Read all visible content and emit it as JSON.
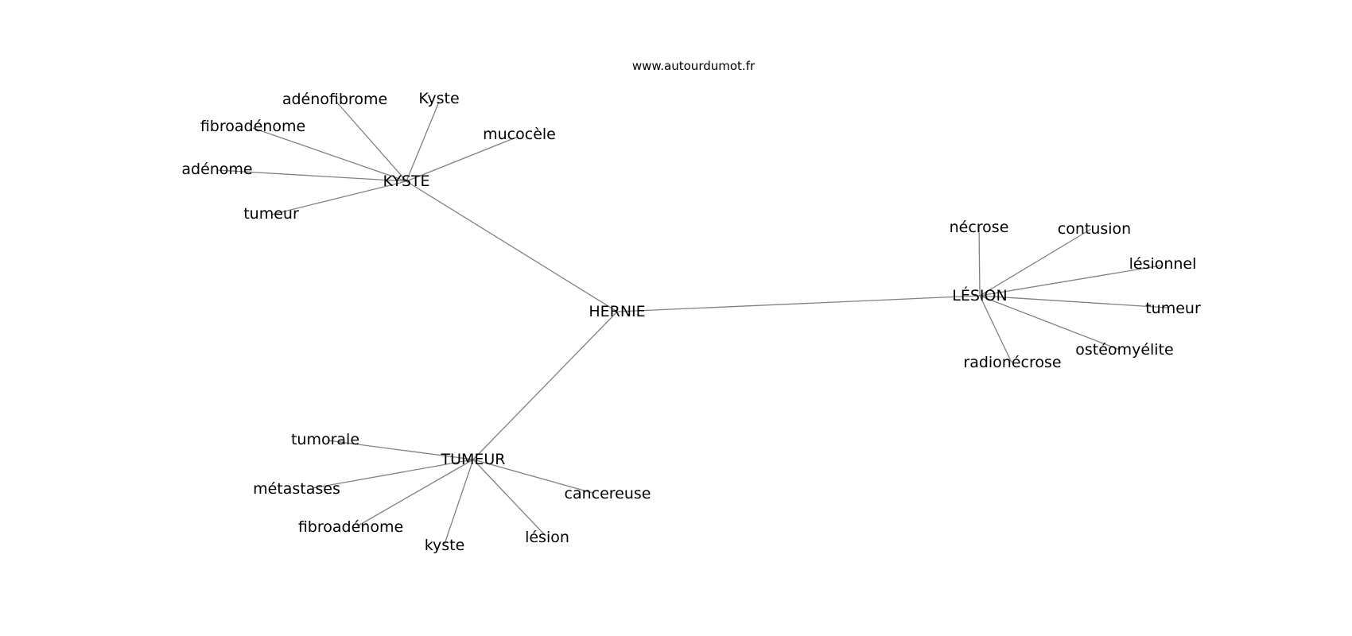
{
  "source": "www.autourdumot.fr",
  "center": "HERNIE",
  "clusters": [
    {
      "hub": "KYSTE",
      "leaves": [
        "adénofibrome",
        "Kyste",
        "mucocèle",
        "fibroadénome",
        "adénome",
        "tumeur"
      ]
    },
    {
      "hub": "LÉSION",
      "leaves": [
        "nécrose",
        "contusion",
        "lésionnel",
        "tumeur",
        "ostéomyélite",
        "radionécrose"
      ]
    },
    {
      "hub": "TUMEUR",
      "leaves": [
        "tumorale",
        "métastases",
        "fibroadénome",
        "kyste",
        "lésion",
        "cancereuse"
      ]
    }
  ]
}
